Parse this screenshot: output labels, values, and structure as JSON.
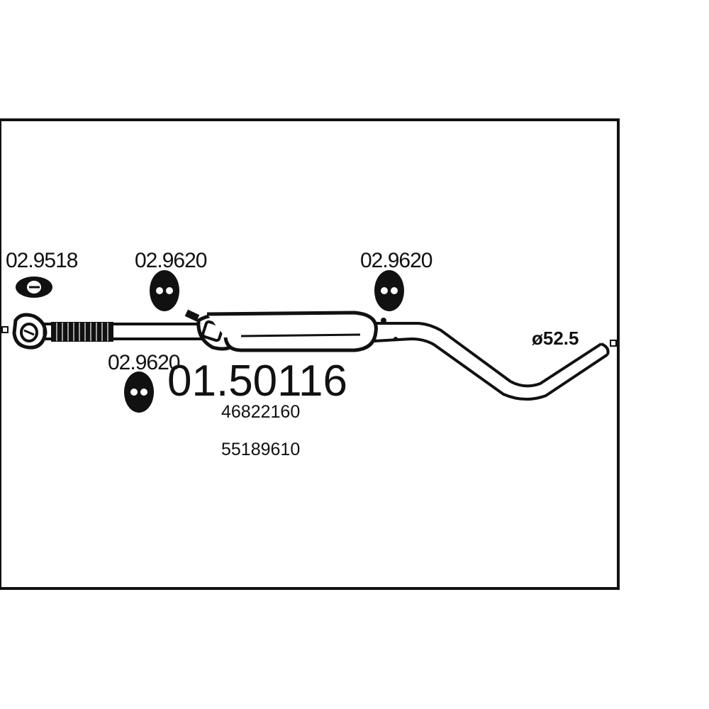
{
  "diagram": {
    "part_number": "01.50116",
    "oem_numbers": [
      "46822160",
      "55189610"
    ],
    "diameter_label": "ø52.5",
    "fittings": [
      {
        "id": "gasket",
        "code": "02.9518"
      },
      {
        "id": "hanger-top-left",
        "code": "02.9620"
      },
      {
        "id": "hanger-top-right",
        "code": "02.9620"
      },
      {
        "id": "hanger-bottom",
        "code": "02.9620"
      }
    ]
  },
  "colors": {
    "line": "#111111",
    "background": "#ffffff"
  }
}
